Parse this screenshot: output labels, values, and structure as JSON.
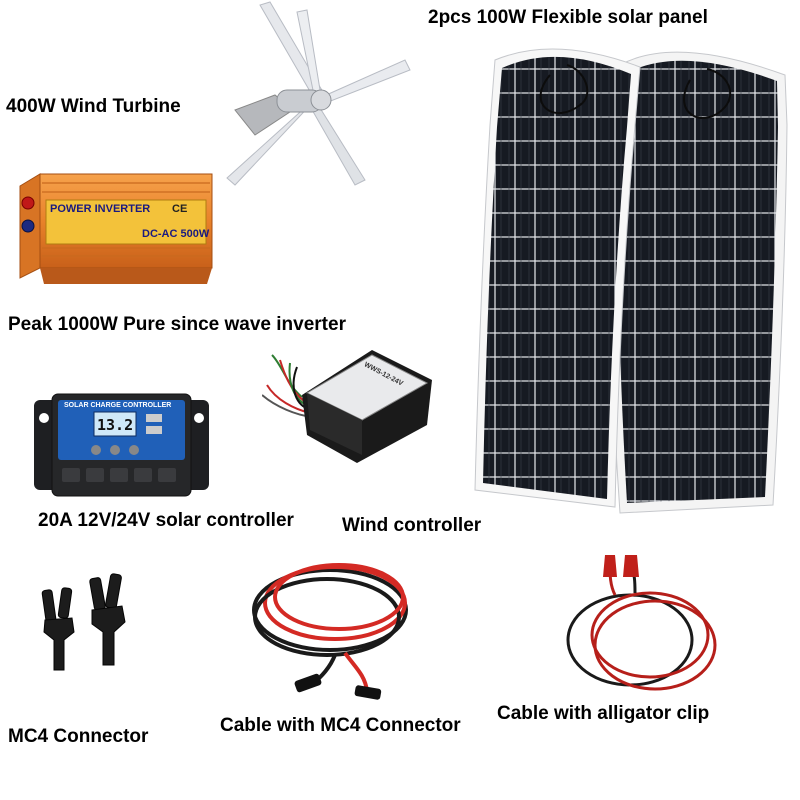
{
  "labels": {
    "wind_turbine": "400W Wind Turbine",
    "solar_panel": "2pcs 100W Flexible solar panel",
    "inverter": "Peak 1000W Pure since wave inverter",
    "solar_controller": "20A 12V/24V solar controller",
    "wind_controller": "Wind controller",
    "mc4_connector": "MC4 Connector",
    "cable_mc4": "Cable with MC4 Connector",
    "cable_clip": "Cable with alligator clip"
  },
  "inverter_text": {
    "brand": "POWER INVERTER",
    "ce": "CE",
    "model": "DC-AC 500W"
  },
  "controller_text": {
    "header": "SOLAR CHARGE CONTROLLER",
    "display": "13.2"
  },
  "wind_controller_text": {
    "model": "WWS-12-24V"
  },
  "colors": {
    "background": "#ffffff",
    "cable_red": "#d42a24",
    "cable_black": "#1a1a1a",
    "inverter_orange": "#e8822a",
    "controller_blue": "#2060b8",
    "panel_cell": "#161a22"
  }
}
